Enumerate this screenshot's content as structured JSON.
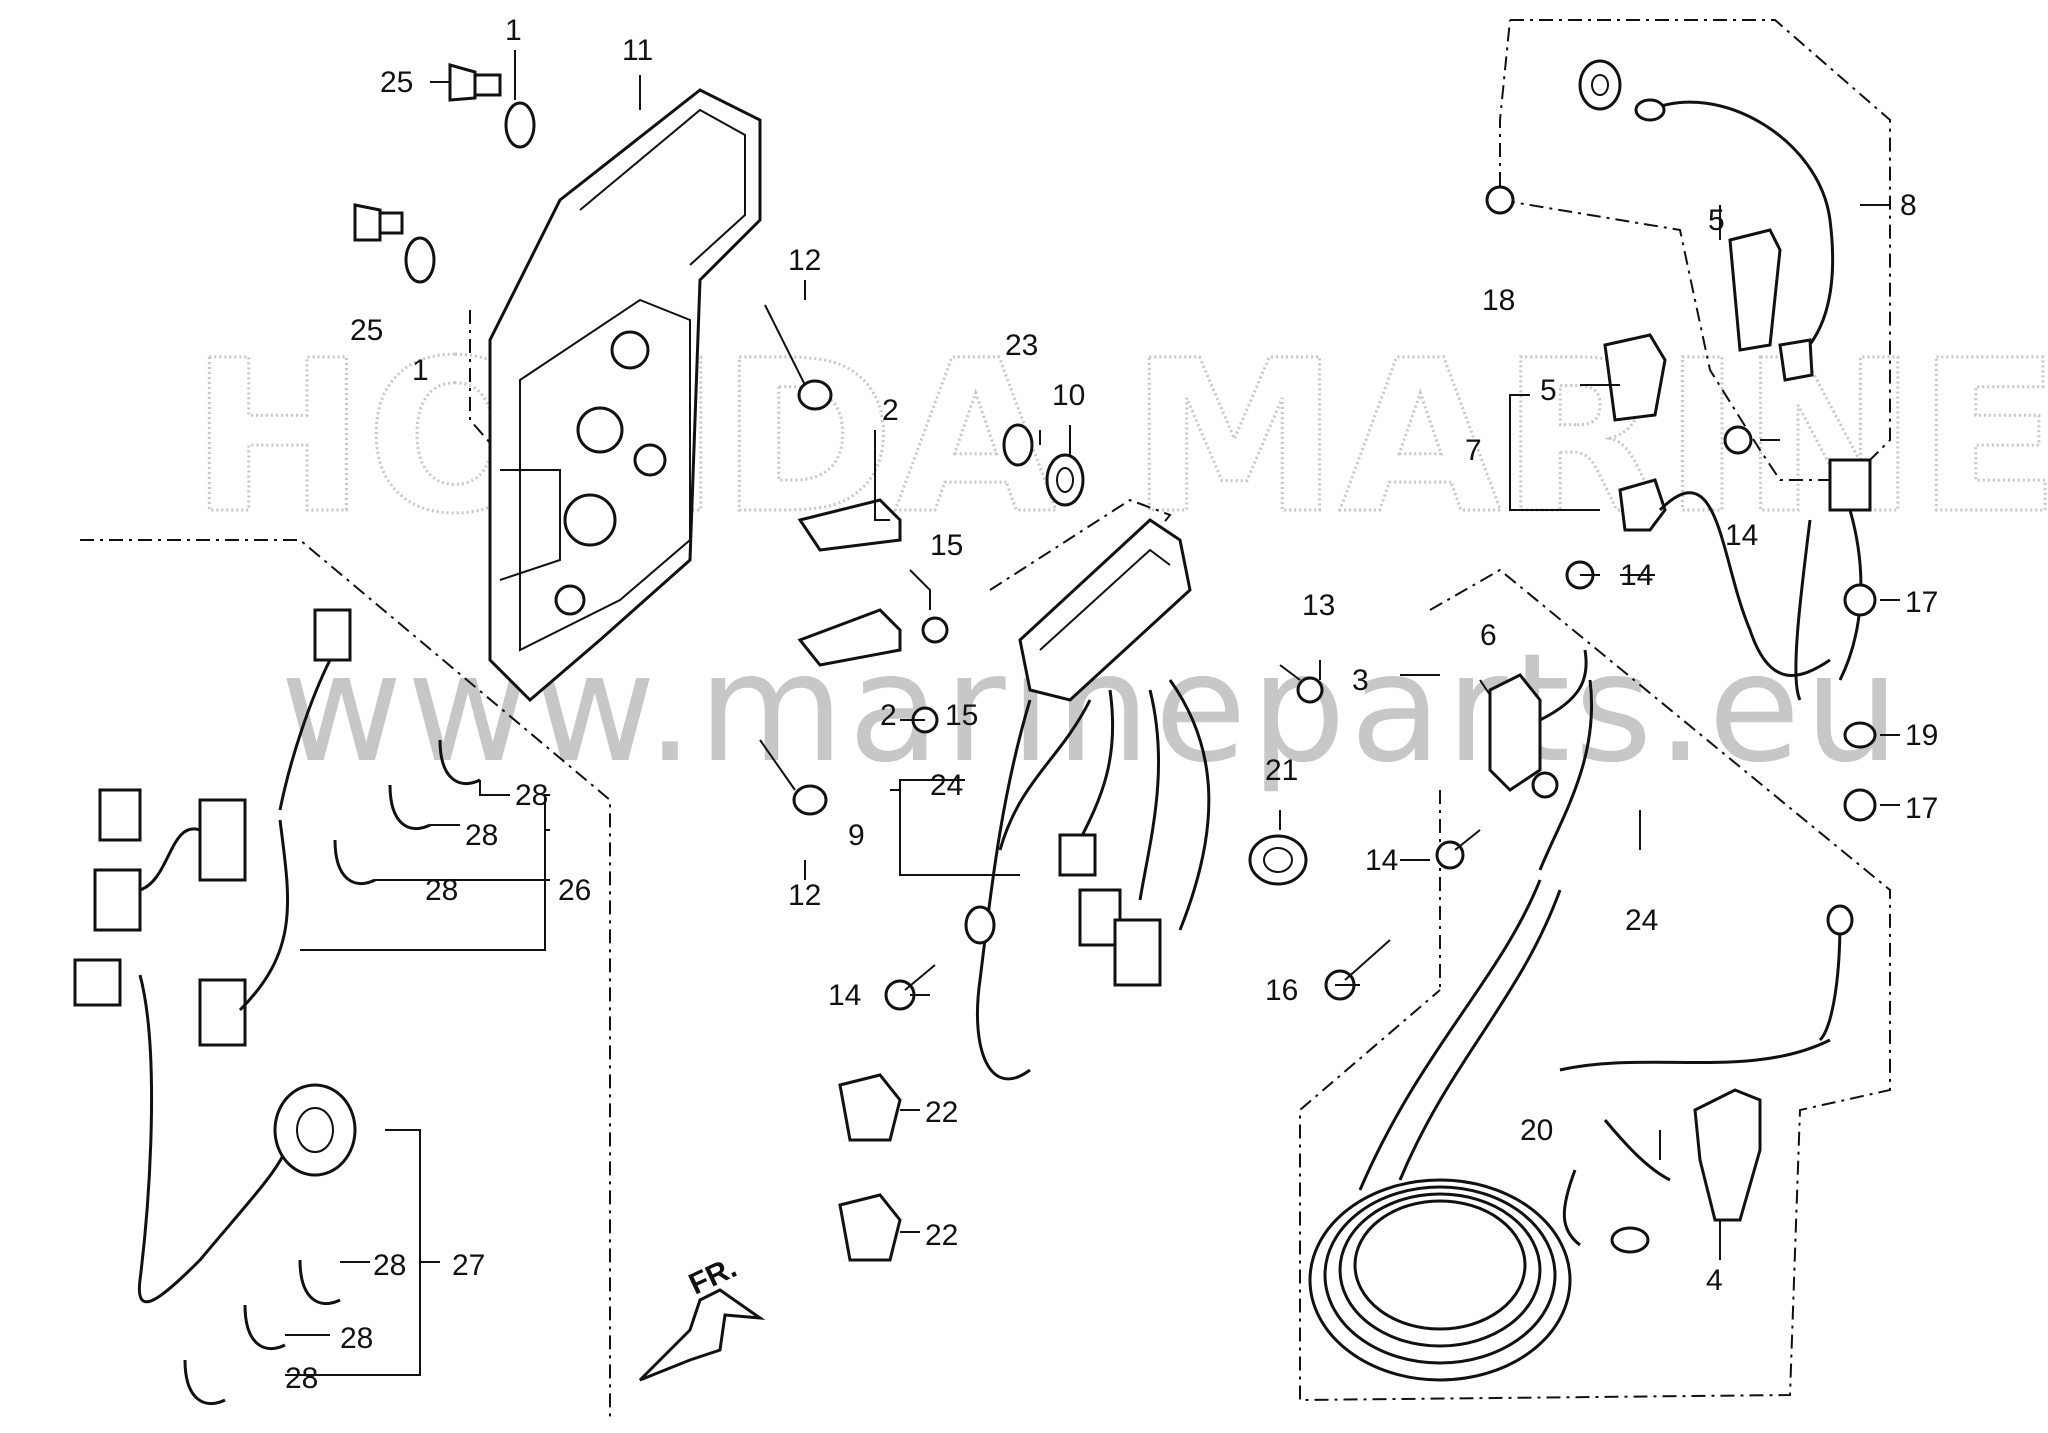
{
  "watermark": {
    "url": "www.marineparts.eu",
    "brand_text": "HONDA MARINE"
  },
  "callouts": [
    {
      "id": "c1a",
      "num": "1"
    },
    {
      "id": "c1b",
      "num": "1"
    },
    {
      "id": "c2a",
      "num": "2"
    },
    {
      "id": "c2b",
      "num": "2"
    },
    {
      "id": "c3",
      "num": "3"
    },
    {
      "id": "c4",
      "num": "4"
    },
    {
      "id": "c5a",
      "num": "5"
    },
    {
      "id": "c5b",
      "num": "5"
    },
    {
      "id": "c6",
      "num": "6"
    },
    {
      "id": "c7",
      "num": "7"
    },
    {
      "id": "c8",
      "num": "8"
    },
    {
      "id": "c9",
      "num": "9"
    },
    {
      "id": "c10",
      "num": "10"
    },
    {
      "id": "c11",
      "num": "11"
    },
    {
      "id": "c12a",
      "num": "12"
    },
    {
      "id": "c12b",
      "num": "12"
    },
    {
      "id": "c13",
      "num": "13"
    },
    {
      "id": "c14a",
      "num": "14"
    },
    {
      "id": "c14b",
      "num": "14"
    },
    {
      "id": "c14c",
      "num": "14"
    },
    {
      "id": "c14d",
      "num": "14"
    },
    {
      "id": "c15a",
      "num": "15"
    },
    {
      "id": "c15b",
      "num": "15"
    },
    {
      "id": "c16",
      "num": "16"
    },
    {
      "id": "c17a",
      "num": "17"
    },
    {
      "id": "c17b",
      "num": "17"
    },
    {
      "id": "c18",
      "num": "18"
    },
    {
      "id": "c19",
      "num": "19"
    },
    {
      "id": "c20",
      "num": "20"
    },
    {
      "id": "c21",
      "num": "21"
    },
    {
      "id": "c22a",
      "num": "22"
    },
    {
      "id": "c22b",
      "num": "22"
    },
    {
      "id": "c23",
      "num": "23"
    },
    {
      "id": "c24a",
      "num": "24"
    },
    {
      "id": "c24b",
      "num": "24"
    },
    {
      "id": "c25a",
      "num": "25"
    },
    {
      "id": "c25b",
      "num": "25"
    },
    {
      "id": "c26",
      "num": "26"
    },
    {
      "id": "c27",
      "num": "27"
    },
    {
      "id": "c28a",
      "num": "28"
    },
    {
      "id": "c28b",
      "num": "28"
    },
    {
      "id": "c28c",
      "num": "28"
    },
    {
      "id": "c28d",
      "num": "28"
    },
    {
      "id": "c28e",
      "num": "28"
    },
    {
      "id": "c28f",
      "num": "28"
    }
  ],
  "front_arrow": {
    "label": "FR."
  }
}
